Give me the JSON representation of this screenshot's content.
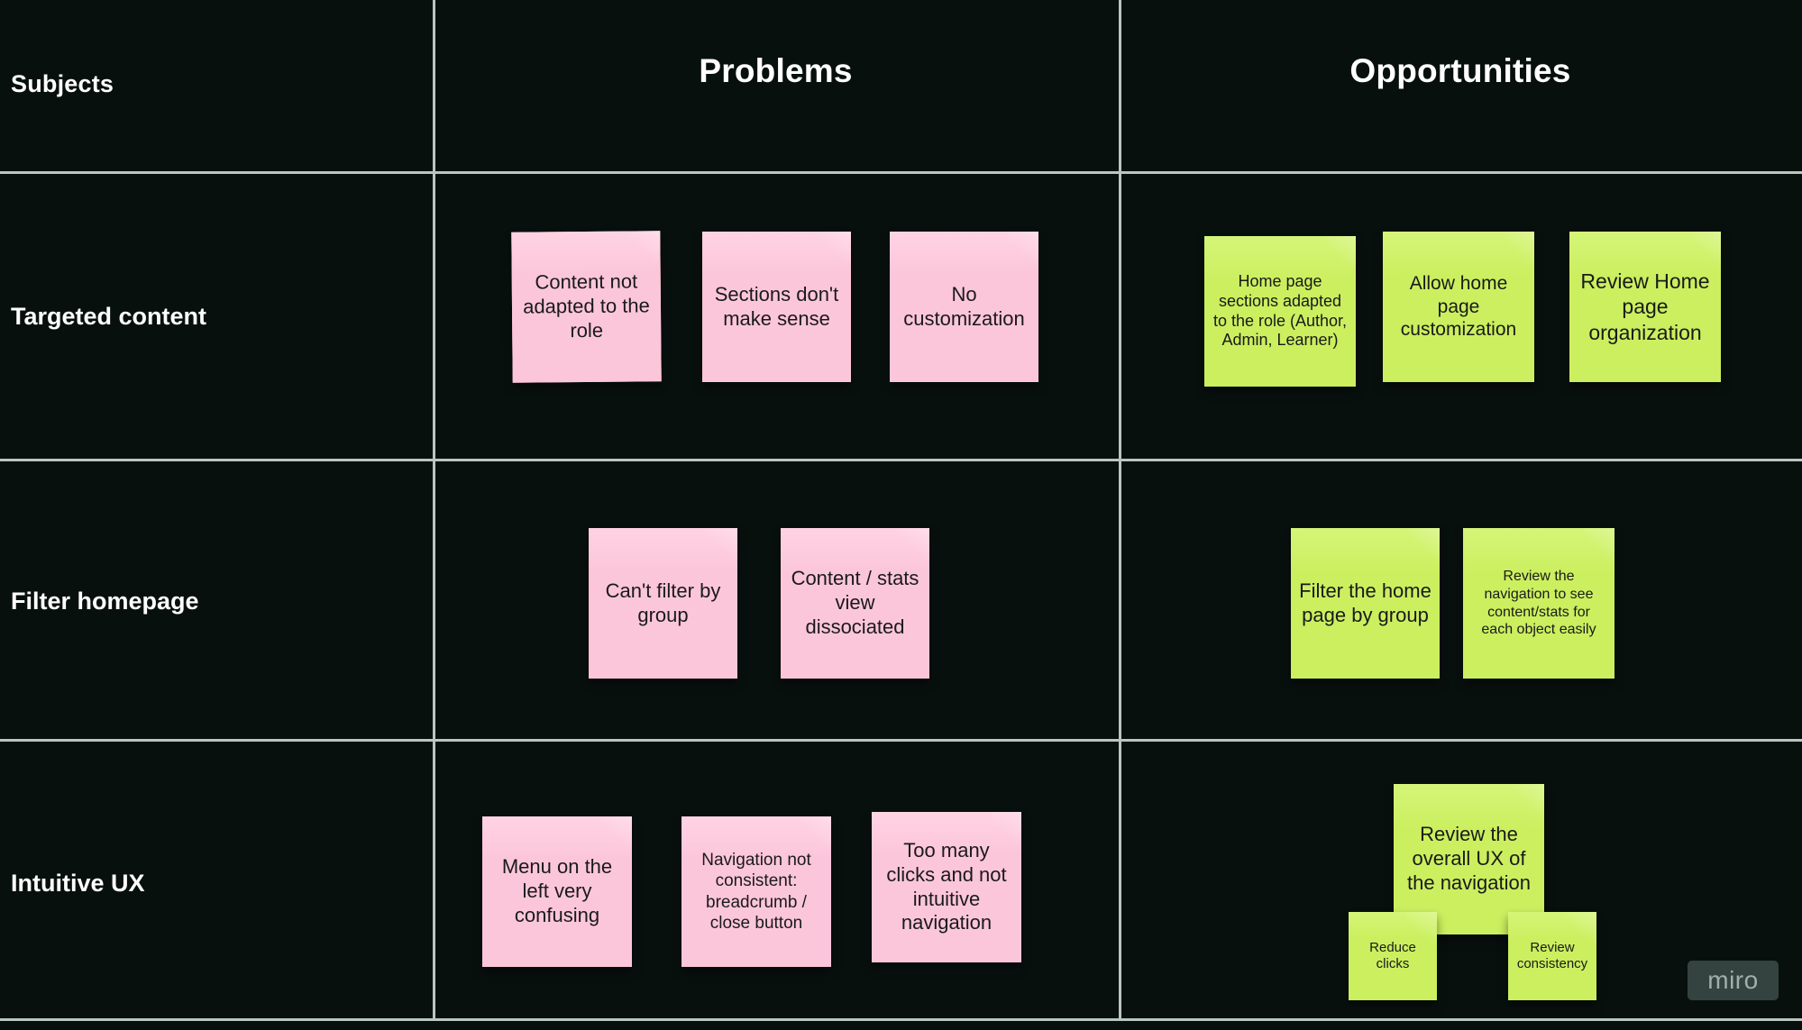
{
  "board": {
    "background_color": "#08100e",
    "gridline_color": "#b9c6c2",
    "note_pink_color": "#fcc6da",
    "note_green_color": "#cbef5f",
    "note_text_color": "#1a1a1a"
  },
  "columns": [
    {
      "id": "subjects",
      "label": "Subjects"
    },
    {
      "id": "problems",
      "label": "Problems"
    },
    {
      "id": "opportunities",
      "label": "Opportunities"
    }
  ],
  "rows": [
    {
      "id": "targeted-content",
      "label": "Targeted content"
    },
    {
      "id": "filter-homepage",
      "label": "Filter homepage"
    },
    {
      "id": "intuitive-ux",
      "label": "Intuitive UX"
    }
  ],
  "notes": {
    "targeted_content": {
      "problems": [
        {
          "text": "Content not adapted to the role",
          "color": "pink"
        },
        {
          "text": "Sections don't make sense",
          "color": "pink"
        },
        {
          "text": "No customization",
          "color": "pink"
        }
      ],
      "opportunities": [
        {
          "text": "Home page sections adapted to the role (Author, Admin, Learner)",
          "color": "green"
        },
        {
          "text": "Allow home page customization",
          "color": "green"
        },
        {
          "text": "Review Home page organization",
          "color": "green"
        }
      ]
    },
    "filter_homepage": {
      "problems": [
        {
          "text": "Can't filter by group",
          "color": "pink"
        },
        {
          "text": "Content / stats view dissociated",
          "color": "pink"
        }
      ],
      "opportunities": [
        {
          "text": "Filter the home page by group",
          "color": "green"
        },
        {
          "text": "Review the navigation to see content/stats for each object easily",
          "color": "green"
        }
      ]
    },
    "intuitive_ux": {
      "problems": [
        {
          "text": "Menu on the left very confusing",
          "color": "pink"
        },
        {
          "text": "Navigation not consistent: breadcrumb / close button",
          "color": "pink"
        },
        {
          "text": "Too many clicks and not intuitive navigation",
          "color": "pink"
        }
      ],
      "opportunities": [
        {
          "text": "Review the overall UX of the navigation",
          "color": "green"
        },
        {
          "text": "Reduce clicks",
          "color": "green"
        },
        {
          "text": "Review consistency",
          "color": "green"
        }
      ]
    }
  },
  "watermark": {
    "label": "miro"
  }
}
